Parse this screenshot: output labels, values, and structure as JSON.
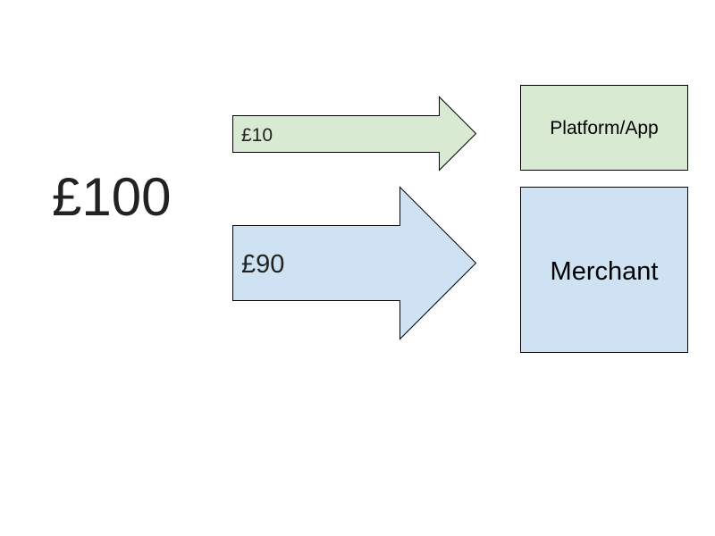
{
  "total_amount": "£100",
  "flows": [
    {
      "amount": "£10",
      "recipient": "Platform/App",
      "fill_color": "#d9ead3"
    },
    {
      "amount": "£90",
      "recipient": "Merchant",
      "fill_color": "#cfe2f3"
    }
  ],
  "colors": {
    "stroke": "#000000",
    "text": "#222222",
    "background": "#ffffff"
  }
}
